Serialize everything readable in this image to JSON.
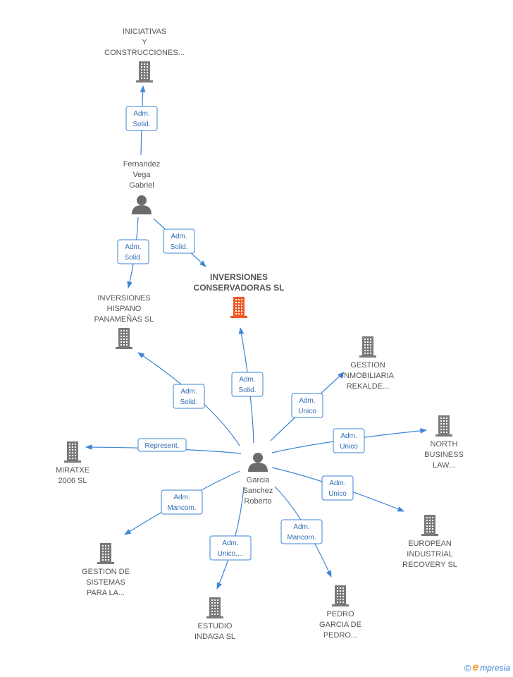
{
  "colors": {
    "edge": "#3b86d6",
    "building": "#7a7a7a",
    "building_main": "#f05a28",
    "person": "#6b6b6b",
    "badge_text": "#2f6db5"
  },
  "nodes": [
    {
      "id": "iniciativas",
      "type": "company",
      "lines": [
        "INICIATIVAS",
        "Y",
        "CONSTRUCCIONES..."
      ]
    },
    {
      "id": "fernandez",
      "type": "person",
      "lines": [
        "Fernandez",
        "Vega",
        "Gabriel"
      ]
    },
    {
      "id": "inversiones-conservadoras",
      "type": "company-main",
      "lines": [
        "INVERSIONES",
        "CONSERVADORAS SL"
      ]
    },
    {
      "id": "inversiones-hispano",
      "type": "company",
      "lines": [
        "INVERSIONES",
        "HISPANO",
        "PANAMEÑAS SL"
      ]
    },
    {
      "id": "gestion-inmobiliaria",
      "type": "company",
      "lines": [
        "GESTION",
        "INMOBILIARIA",
        "REKALDE..."
      ]
    },
    {
      "id": "north-business",
      "type": "company",
      "lines": [
        "NORTH",
        "BUSINESS",
        "LAW..."
      ]
    },
    {
      "id": "miratxe",
      "type": "company",
      "lines": [
        "MIRATXE",
        "2006 SL"
      ]
    },
    {
      "id": "garcia",
      "type": "person",
      "lines": [
        "Garcia",
        "Sanchez",
        "Roberto"
      ]
    },
    {
      "id": "european",
      "type": "company",
      "lines": [
        "EUROPEAN",
        "INDUSTRIAL",
        "RECOVERY SL"
      ]
    },
    {
      "id": "gestion-sistemas",
      "type": "company",
      "lines": [
        "GESTION DE",
        "SISTEMAS",
        "PARA LA..."
      ]
    },
    {
      "id": "estudio-indaga",
      "type": "company",
      "lines": [
        "ESTUDIO",
        "INDAGA SL"
      ]
    },
    {
      "id": "pedro-garcia",
      "type": "company",
      "lines": [
        "PEDRO",
        "GARCIA DE",
        "PEDRO..."
      ]
    }
  ],
  "edges": [
    {
      "from": "fernandez",
      "to": "iniciativas",
      "label": [
        "Adm.",
        "Solid."
      ]
    },
    {
      "from": "fernandez",
      "to": "inversiones-hispano",
      "label": [
        "Adm.",
        "Solid."
      ]
    },
    {
      "from": "fernandez",
      "to": "inversiones-conservadoras",
      "label": [
        "Adm.",
        "Solid."
      ]
    },
    {
      "from": "garcia",
      "to": "inversiones-conservadoras",
      "label": [
        "Adm.",
        "Solid."
      ]
    },
    {
      "from": "garcia",
      "to": "inversiones-hispano",
      "label": [
        "Adm.",
        "Solid."
      ]
    },
    {
      "from": "garcia",
      "to": "gestion-inmobiliaria",
      "label": [
        "Adm.",
        "Unico"
      ]
    },
    {
      "from": "garcia",
      "to": "north-business",
      "label": [
        "Adm.",
        "Unico"
      ]
    },
    {
      "from": "garcia",
      "to": "miratxe",
      "label": [
        "Represent."
      ]
    },
    {
      "from": "garcia",
      "to": "european",
      "label": [
        "Adm.",
        "Unico"
      ]
    },
    {
      "from": "garcia",
      "to": "gestion-sistemas",
      "label": [
        "Adm.",
        "Mancom."
      ]
    },
    {
      "from": "garcia",
      "to": "estudio-indaga",
      "label": [
        "Adm.",
        "Unico,..."
      ]
    },
    {
      "from": "garcia",
      "to": "pedro-garcia",
      "label": [
        "Adm.",
        "Mancom."
      ]
    }
  ],
  "footer": {
    "copyright": "©",
    "brand_initial": "e",
    "brand_rest": "mpresia"
  }
}
